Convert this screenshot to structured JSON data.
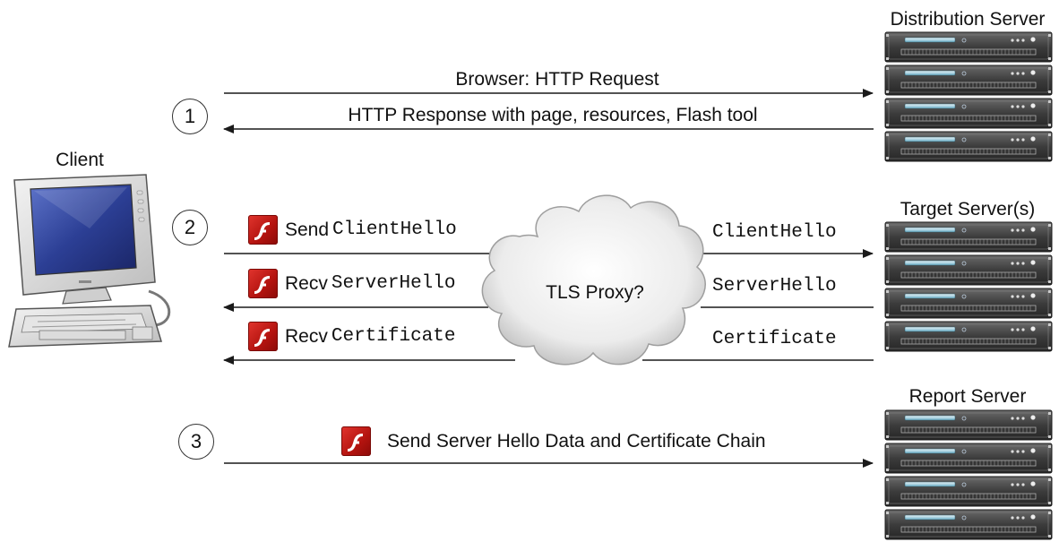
{
  "nodes": {
    "client": "Client",
    "distribution_server": "Distribution Server",
    "target_servers": "Target Server(s)",
    "report_server": "Report Server",
    "proxy": "TLS Proxy?"
  },
  "steps": [
    "1",
    "2",
    "3"
  ],
  "step1": {
    "request": "Browser: HTTP Request",
    "response": "HTTP Response with page, resources, Flash tool"
  },
  "step2": {
    "client_side": [
      {
        "verb": "Send",
        "msg": "ClientHello"
      },
      {
        "verb": "Recv",
        "msg": "ServerHello"
      },
      {
        "verb": "Recv",
        "msg": "Certificate"
      }
    ],
    "server_side": [
      "ClientHello",
      "ServerHello",
      "Certificate"
    ]
  },
  "step3": {
    "label": "Send Server Hello Data and Certificate Chain"
  },
  "icons": {
    "flash": "flash-player-icon",
    "server": "server-rack-icon",
    "computer": "desktop-computer-icon",
    "cloud": "cloud-icon"
  },
  "colors": {
    "flash_red": "#c41a14",
    "server_dark": "#3a3a3a",
    "screen_blue": "#2c3f95",
    "cloud_gray": "#d8d8d8"
  }
}
